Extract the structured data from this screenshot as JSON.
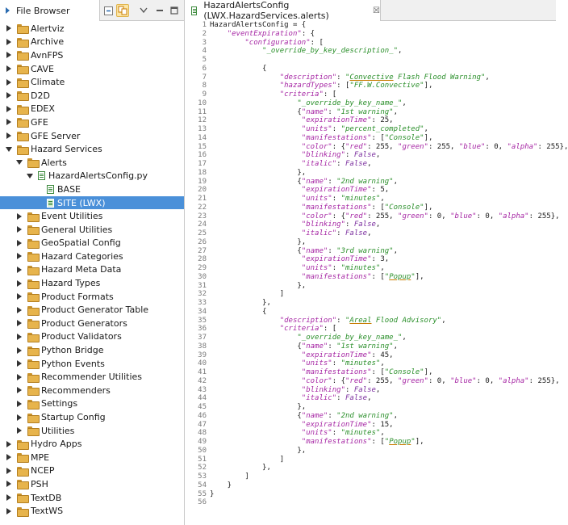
{
  "left_panel": {
    "title": "File Browser",
    "tree": [
      {
        "label": "Alertviz",
        "depth": 0,
        "type": "folder",
        "expanded": false
      },
      {
        "label": "Archive",
        "depth": 0,
        "type": "folder",
        "expanded": false
      },
      {
        "label": "AvnFPS",
        "depth": 0,
        "type": "folder",
        "expanded": false
      },
      {
        "label": "CAVE",
        "depth": 0,
        "type": "folder",
        "expanded": false
      },
      {
        "label": "Climate",
        "depth": 0,
        "type": "folder",
        "expanded": false
      },
      {
        "label": "D2D",
        "depth": 0,
        "type": "folder",
        "expanded": false
      },
      {
        "label": "EDEX",
        "depth": 0,
        "type": "folder",
        "expanded": false
      },
      {
        "label": "GFE",
        "depth": 0,
        "type": "folder",
        "expanded": false
      },
      {
        "label": "GFE Server",
        "depth": 0,
        "type": "folder",
        "expanded": false
      },
      {
        "label": "Hazard Services",
        "depth": 0,
        "type": "folder",
        "expanded": true
      },
      {
        "label": "Alerts",
        "depth": 1,
        "type": "folder",
        "expanded": true
      },
      {
        "label": "HazardAlertsConfig.py",
        "depth": 2,
        "type": "file",
        "expanded": true
      },
      {
        "label": "BASE",
        "depth": 3,
        "type": "file",
        "expanded": null
      },
      {
        "label": "SITE (LWX)",
        "depth": 3,
        "type": "file",
        "expanded": null,
        "selected": true
      },
      {
        "label": "Event Utilities",
        "depth": 1,
        "type": "folder",
        "expanded": false
      },
      {
        "label": "General Utilities",
        "depth": 1,
        "type": "folder",
        "expanded": false
      },
      {
        "label": "GeoSpatial Config",
        "depth": 1,
        "type": "folder",
        "expanded": false
      },
      {
        "label": "Hazard Categories",
        "depth": 1,
        "type": "folder",
        "expanded": false
      },
      {
        "label": "Hazard Meta Data",
        "depth": 1,
        "type": "folder",
        "expanded": false
      },
      {
        "label": "Hazard Types",
        "depth": 1,
        "type": "folder",
        "expanded": false
      },
      {
        "label": "Product Formats",
        "depth": 1,
        "type": "folder",
        "expanded": false
      },
      {
        "label": "Product Generator Table",
        "depth": 1,
        "type": "folder",
        "expanded": false
      },
      {
        "label": "Product Generators",
        "depth": 1,
        "type": "folder",
        "expanded": false
      },
      {
        "label": "Product Validators",
        "depth": 1,
        "type": "folder",
        "expanded": false
      },
      {
        "label": "Python Bridge",
        "depth": 1,
        "type": "folder",
        "expanded": false
      },
      {
        "label": "Python Events",
        "depth": 1,
        "type": "folder",
        "expanded": false
      },
      {
        "label": "Recommender Utilities",
        "depth": 1,
        "type": "folder",
        "expanded": false
      },
      {
        "label": "Recommenders",
        "depth": 1,
        "type": "folder",
        "expanded": false
      },
      {
        "label": "Settings",
        "depth": 1,
        "type": "folder",
        "expanded": false
      },
      {
        "label": "Startup Config",
        "depth": 1,
        "type": "folder",
        "expanded": false
      },
      {
        "label": "Utilities",
        "depth": 1,
        "type": "folder",
        "expanded": false
      },
      {
        "label": "Hydro Apps",
        "depth": 0,
        "type": "folder",
        "expanded": false
      },
      {
        "label": "MPE",
        "depth": 0,
        "type": "folder",
        "expanded": false
      },
      {
        "label": "NCEP",
        "depth": 0,
        "type": "folder",
        "expanded": false
      },
      {
        "label": "PSH",
        "depth": 0,
        "type": "folder",
        "expanded": false
      },
      {
        "label": "TextDB",
        "depth": 0,
        "type": "folder",
        "expanded": false
      },
      {
        "label": "TextWS",
        "depth": 0,
        "type": "folder",
        "expanded": false
      }
    ]
  },
  "editor": {
    "tab_title": "HazardAlertsConfig (LWX.HazardServices.alerts)",
    "close_glyph": "☒",
    "lines": [
      "HazardAlertsConfig = {",
      "    \"eventExpiration\": {",
      "        \"configuration\": [",
      "            \"_override_by_key_description_\",",
      "",
      "            {",
      "                \"description\": \"Convective Flash Flood Warning\",",
      "                \"hazardTypes\": [\"FF.W.Convective\"],",
      "                \"criteria\": [",
      "                    \"_override_by_key_name_\",",
      "                    {\"name\": \"1st warning\",",
      "                     \"expirationTime\": 25,",
      "                     \"units\": \"percent_completed\",",
      "                     \"manifestations\": [\"Console\"],",
      "                     \"color\": {\"red\": 255, \"green\": 255, \"blue\": 0, \"alpha\": 255},",
      "                     \"blinking\": False,",
      "                     \"italic\": False,",
      "                    },",
      "                    {\"name\": \"2nd warning\",",
      "                     \"expirationTime\": 5,",
      "                     \"units\": \"minutes\",",
      "                     \"manifestations\": [\"Console\"],",
      "                     \"color\": {\"red\": 255, \"green\": 0, \"blue\": 0, \"alpha\": 255},",
      "                     \"blinking\": False,",
      "                     \"italic\": False,",
      "                    },",
      "                    {\"name\": \"3rd warning\",",
      "                     \"expirationTime\": 3,",
      "                     \"units\": \"minutes\",",
      "                     \"manifestations\": [\"Popup\"],",
      "                    },",
      "                ]",
      "            },",
      "            {",
      "                \"description\": \"Areal Flood Advisory\",",
      "                \"criteria\": [",
      "                    \"_override_by_key_name_\",",
      "                    {\"name\": \"1st warning\",",
      "                     \"expirationTime\": 45,",
      "                     \"units\": \"minutes\",",
      "                     \"manifestations\": [\"Console\"],",
      "                     \"color\": {\"red\": 255, \"green\": 0, \"blue\": 0, \"alpha\": 255},",
      "                     \"blinking\": False,",
      "                     \"italic\": False,",
      "                    },",
      "                    {\"name\": \"2nd warning\",",
      "                     \"expirationTime\": 15,",
      "                     \"units\": \"minutes\",",
      "                     \"manifestations\": [\"Popup\"],",
      "                    },",
      "                ]",
      "            },",
      "        ]",
      "    }",
      "}",
      ""
    ]
  },
  "colors": {
    "selection": "#4a90d9",
    "key": "#a626a4",
    "string": "#2a8f2a",
    "keyword": "#7b2f9f"
  }
}
